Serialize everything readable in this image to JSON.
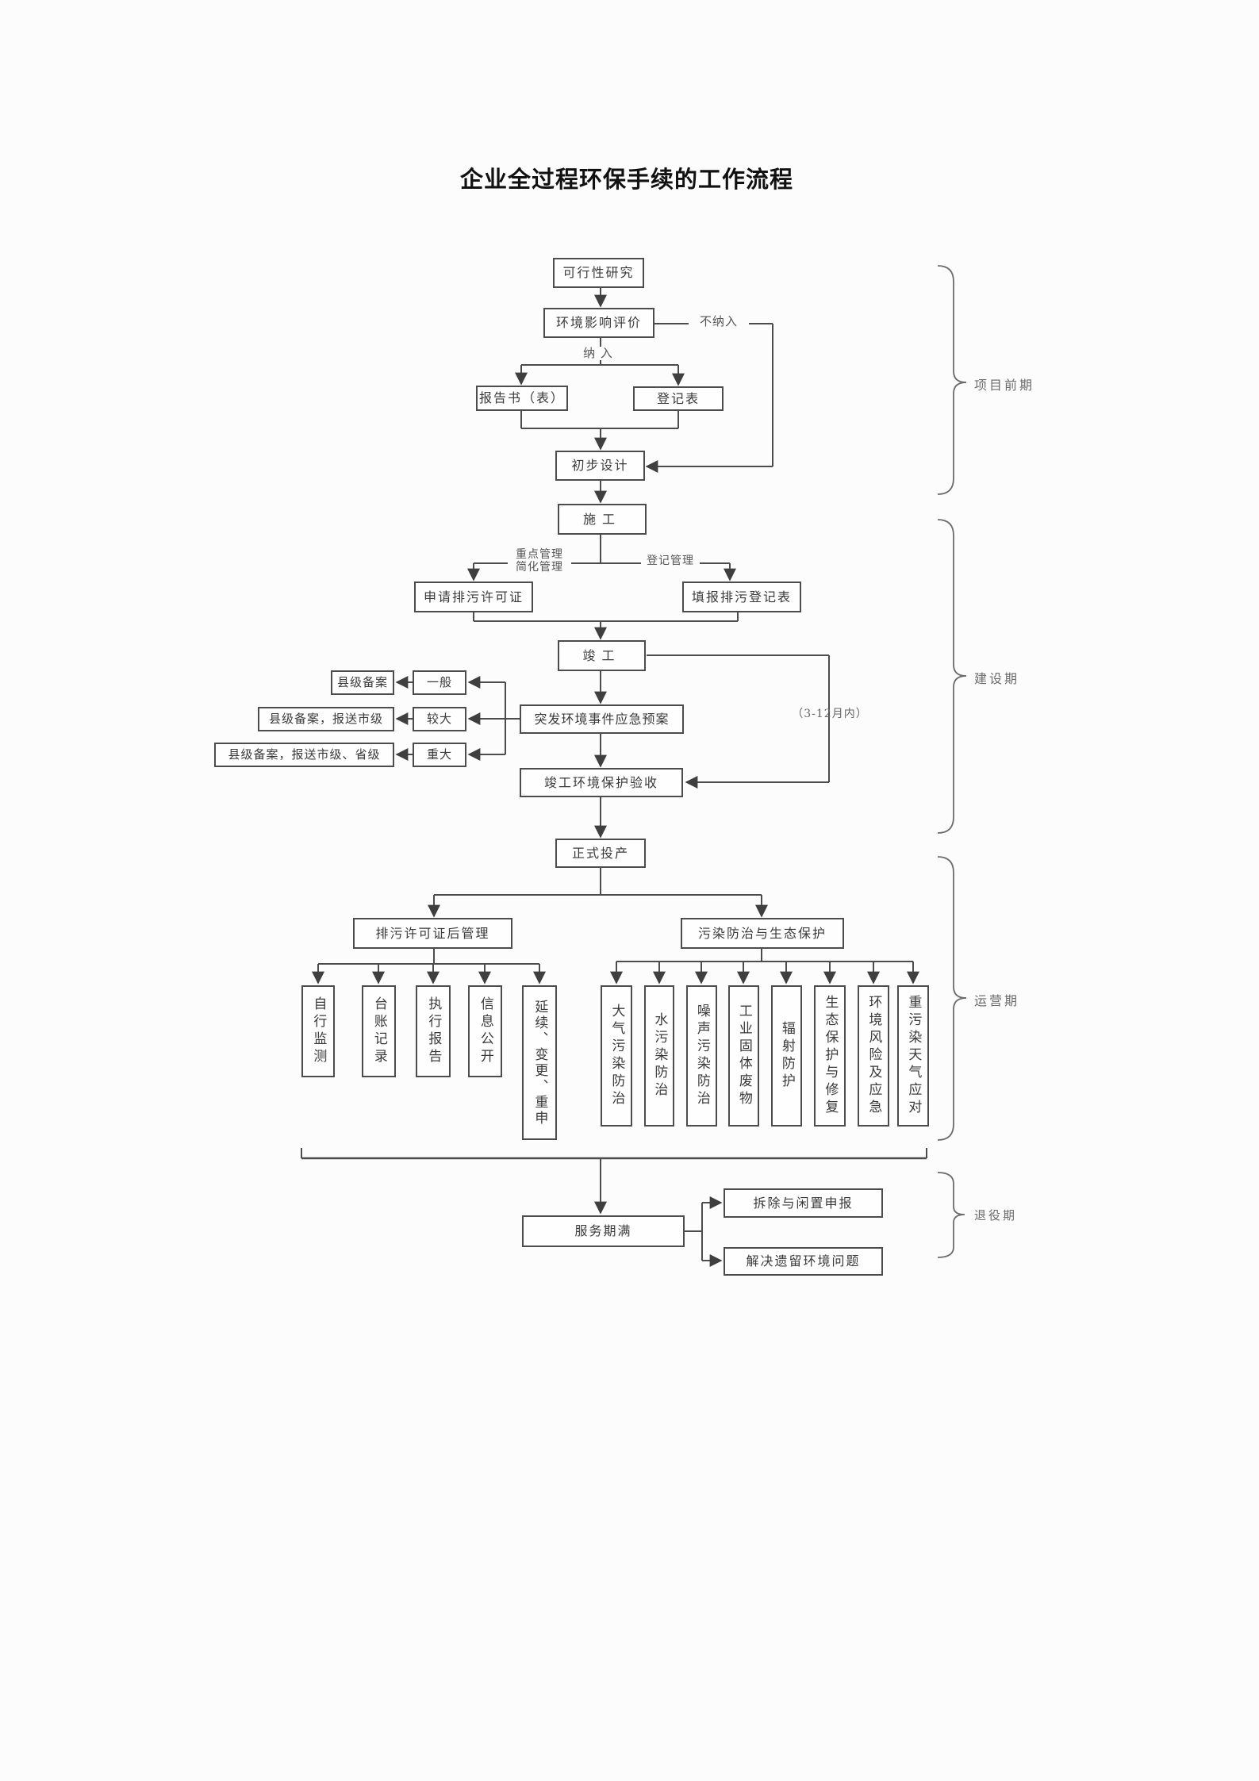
{
  "title": "企业全过程环保手续的工作流程",
  "nodes": {
    "feasibility": "可行性研究",
    "eia": "环境影响评价",
    "report": "报告书（表）",
    "registration": "登记表",
    "preliminary_design": "初步设计",
    "construction": "施工",
    "permit_apply": "申请排污许可证",
    "discharge_registration": "填报排污登记表",
    "completion": "竣工",
    "emergency_plan": "突发环境事件应急预案",
    "acceptance": "竣工环境保护验收",
    "production": "正式投产",
    "permit_mgmt": "排污许可证后管理",
    "pollution_ecology": "污染防治与生态保护",
    "service_end": "服务期满",
    "demolition": "拆除与闲置申报",
    "legacy_issues": "解决遗留环境问题"
  },
  "emergency_levels": [
    {
      "level": "一般",
      "filing": "县级备案"
    },
    {
      "level": "较大",
      "filing": "县级备案，报送市级"
    },
    {
      "level": "重大",
      "filing": "县级备案，报送市级、省级"
    }
  ],
  "permit_mgmt_items": [
    "自行监测",
    "台账记录",
    "执行报告",
    "信息公开",
    "延续、变更、重申"
  ],
  "pollution_items": [
    "大气污染防治",
    "水污染防治",
    "噪声污染防治",
    "工业固体废物",
    "辐射防护",
    "生态保护与修复",
    "环境风险及应急",
    "重污染天气应对"
  ],
  "edge_labels": {
    "not_included": "不纳入",
    "included": "纳 入",
    "key_mgmt": "重点管理",
    "simplified_mgmt": "简化管理",
    "registration_mgmt": "登记管理",
    "months": "（3-12月内）"
  },
  "phases": [
    "项目前期",
    "建设期",
    "运营期",
    "退役期"
  ]
}
